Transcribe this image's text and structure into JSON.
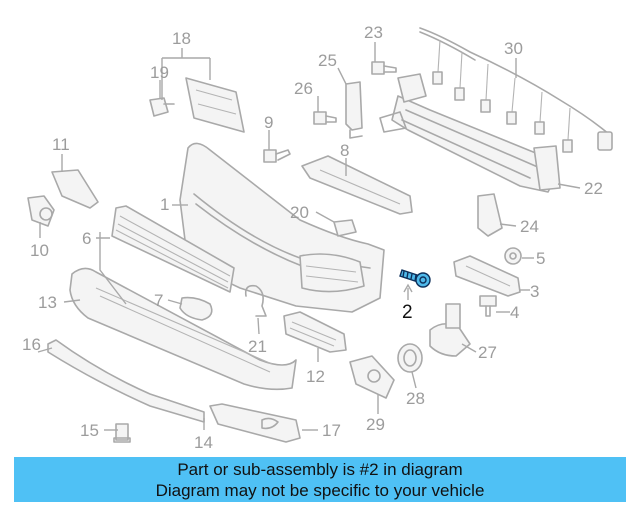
{
  "diagram": {
    "callouts": [
      "1",
      "2",
      "3",
      "4",
      "5",
      "6",
      "7",
      "8",
      "9",
      "10",
      "11",
      "12",
      "13",
      "14",
      "15",
      "16",
      "17",
      "18",
      "19",
      "20",
      "21",
      "22",
      "23",
      "24",
      "25",
      "26",
      "27",
      "28",
      "29",
      "30"
    ],
    "highlighted": "2",
    "highlight_color": "#4fc1f5"
  },
  "banner": {
    "line1": "Part or sub-assembly is #2 in diagram",
    "line2": "Diagram may not be specific to your vehicle",
    "background": "#4fc1f5"
  }
}
